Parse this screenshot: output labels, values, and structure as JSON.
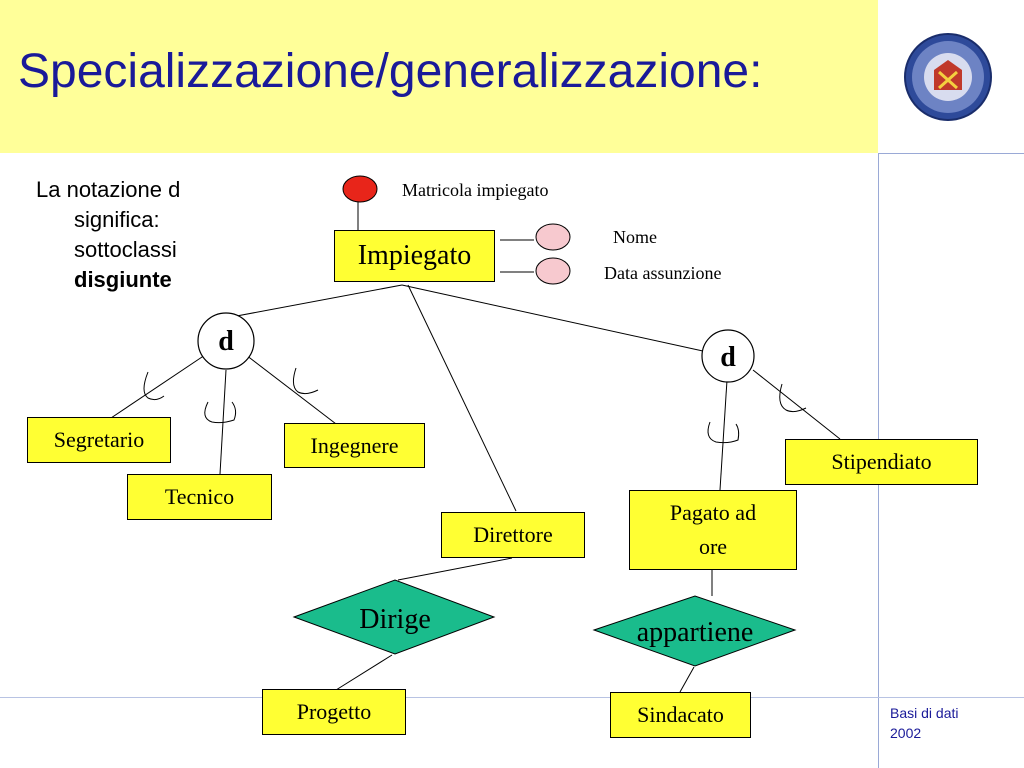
{
  "slide": {
    "title": "Specializzazione/generalizzazione:",
    "bullet": {
      "line1": "La notazione d",
      "line2": "significa:",
      "line3": "sottoclassi",
      "line4": "disgiunte"
    },
    "footer": {
      "line1": "Basi di dati",
      "line2": "2002"
    }
  },
  "diagram": {
    "entities": {
      "impiegato": "Impiegato",
      "segretario": "Segretario",
      "tecnico": "Tecnico",
      "ingegnere": "Ingegnere",
      "direttore": "Direttore",
      "stipendiato": "Stipendiato",
      "pagato_line1": "Pagato ad",
      "pagato_line2": "ore",
      "progetto": "Progetto",
      "sindacato": "Sindacato"
    },
    "attributes": {
      "matricola": "Matricola impiegato",
      "nome": "Nome",
      "data_assunzione": "Data assunzione"
    },
    "relationships": {
      "dirige": "Dirige",
      "appartiene": "appartiene"
    },
    "disjoint_symbol_left": "d",
    "disjoint_symbol_right": "d"
  },
  "colors": {
    "title_band": "#ffff99",
    "entity_fill": "#ffff33",
    "relationship_fill": "#1abc8c",
    "key_attribute": "#e8251a",
    "attribute": "#f7c9cf",
    "title_text": "#1a1a99"
  }
}
